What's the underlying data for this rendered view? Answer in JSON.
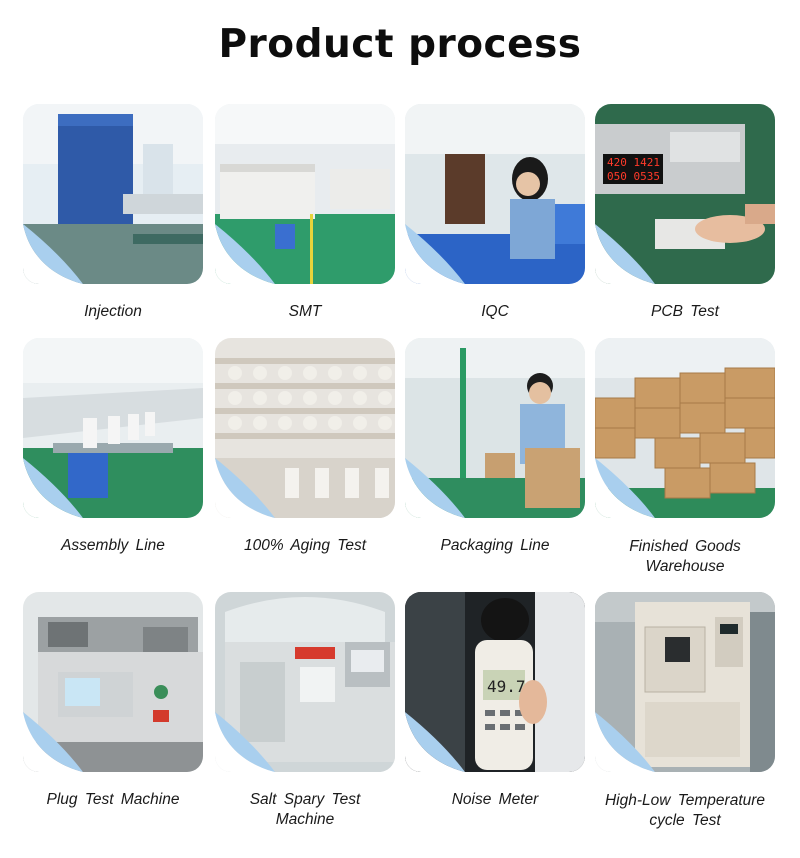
{
  "page": {
    "title": "Product process"
  },
  "steps": [
    {
      "icon": "injection-machine-photo",
      "lines": [
        "Injection"
      ]
    },
    {
      "icon": "smt-line-photo",
      "lines": [
        "SMT"
      ]
    },
    {
      "icon": "iqc-inspection-photo",
      "lines": [
        "IQC"
      ]
    },
    {
      "icon": "pcb-test-photo",
      "lines": [
        "PCB Test"
      ]
    },
    {
      "icon": "assembly-line-photo",
      "lines": [
        "Assembly Line"
      ]
    },
    {
      "icon": "aging-test-photo",
      "lines": [
        "100% Aging Test"
      ]
    },
    {
      "icon": "packaging-line-photo",
      "lines": [
        "Packaging Line"
      ]
    },
    {
      "icon": "warehouse-photo",
      "lines": [
        "Finished Goods",
        "Warehouse"
      ]
    },
    {
      "icon": "plug-test-machine-photo",
      "lines": [
        "Plug Test Machine"
      ]
    },
    {
      "icon": "salt-spray-tester-photo",
      "lines": [
        "Salt Spary Test",
        "Machine"
      ]
    },
    {
      "icon": "noise-meter-photo",
      "lines": [
        "Noise Meter"
      ]
    },
    {
      "icon": "temperature-chamber-photo",
      "lines": [
        "High-Low Temperature",
        "cycle Test"
      ]
    }
  ]
}
